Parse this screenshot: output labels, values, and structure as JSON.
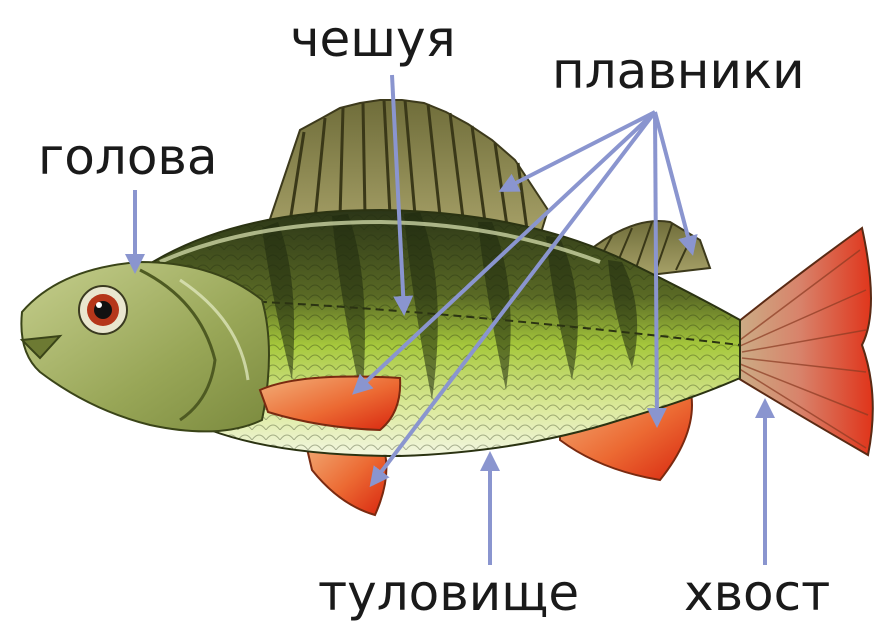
{
  "labels": {
    "head": "голова",
    "scales": "чешуя",
    "fins": "плавники",
    "body": "туловище",
    "tail": "хвост"
  },
  "colors": {
    "arrow": "#8a95cf",
    "fish_back": "#2d3a1a",
    "fish_side": "#9bc23a",
    "fish_belly": "#eef3d4",
    "fin_red": "#e2401c"
  }
}
